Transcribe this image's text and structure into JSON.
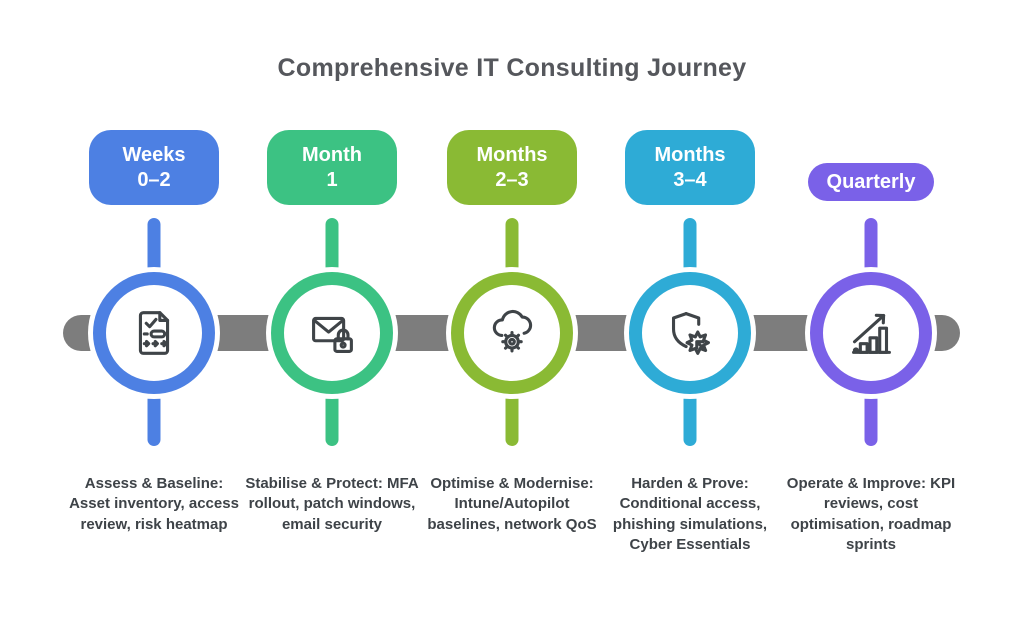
{
  "title": "Comprehensive IT Consulting Journey",
  "timeline": {
    "bar_color": "#7d7d7d",
    "icon_color": "#3f4448"
  },
  "stages": [
    {
      "label_line1": "Weeks",
      "label_line2": "0–2",
      "color": "#4d80e3",
      "icon": "audit-checklist-icon",
      "description": "Assess & Baseline: Asset inventory, access review, risk heatmap"
    },
    {
      "label_line1": "Month",
      "label_line2": "1",
      "color": "#3cc283",
      "icon": "email-security-icon",
      "description": "Stabilise & Protect: MFA rollout, patch windows, email security"
    },
    {
      "label_line1": "Months",
      "label_line2": "2–3",
      "color": "#8aba34",
      "icon": "cloud-settings-icon",
      "description": "Optimise & Modernise: Intune/Autopilot baselines, network QoS"
    },
    {
      "label_line1": "Months",
      "label_line2": "3–4",
      "color": "#2eabd6",
      "icon": "shield-attack-icon",
      "description": "Harden & Prove: Conditional access, phishing simulations, Cyber Essentials"
    },
    {
      "label_line1": "Quarterly",
      "color": "#7a61e8",
      "icon": "growth-chart-icon",
      "description": "Operate & Improve: KPI reviews, cost optimisation, roadmap sprints"
    }
  ]
}
